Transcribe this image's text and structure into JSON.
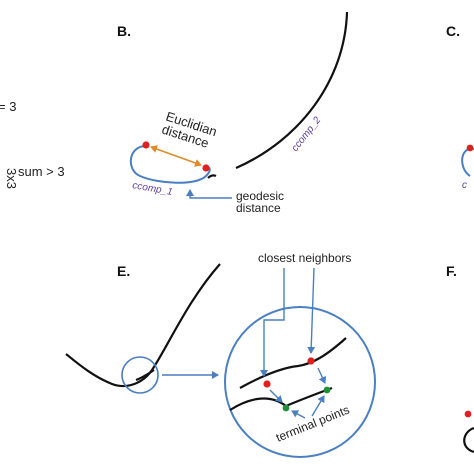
{
  "panels": {
    "b": "B.",
    "c": "C.",
    "e": "E.",
    "f": "F."
  },
  "left_fragment": {
    "eq3": "= 3",
    "sum_gt3": "sum > 3",
    "side_vertical": "3x3"
  },
  "panel_b": {
    "euclidian_line1": "Euclidian",
    "euclidian_line2": "distance",
    "geodesic_line1": "geodesic",
    "geodesic_line2": "distance",
    "ccomp_1": "ccomp_1",
    "ccomp_2": "ccomp_2"
  },
  "panel_e": {
    "closest_neighbors": "closest neighbors",
    "terminal_points": "terminal points"
  },
  "colors": {
    "curve": "#111111",
    "loop": "#4a7fc1",
    "arrow_blue": "#4a7fc1",
    "arrow_orange": "#e08a2a",
    "ccomp_text": "#5a3fa0",
    "red_point": "#e02020",
    "green_point": "#1f8f3a",
    "circle": "#4a7fc1"
  }
}
